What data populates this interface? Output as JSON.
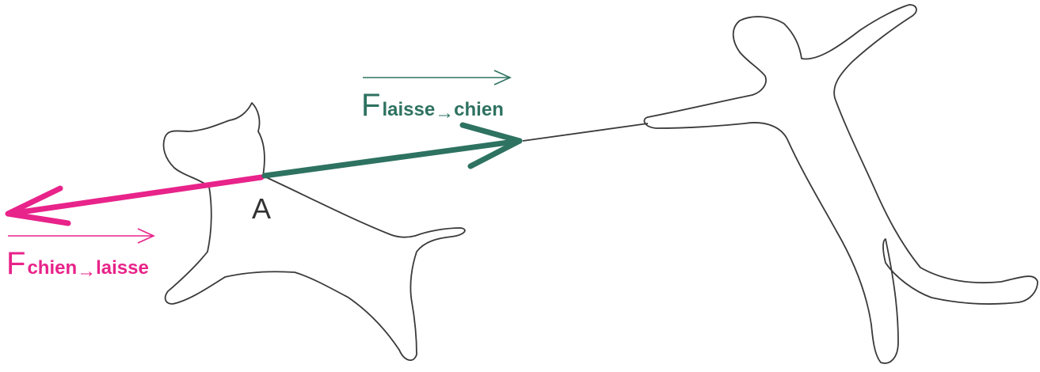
{
  "diagram": {
    "point_label": "A",
    "force_leash_on_dog": {
      "symbol": "F",
      "subscript_from": "laisse",
      "arrow_glyph": "→",
      "subscript_to": "chien",
      "color": "#2e7261"
    },
    "force_dog_on_leash": {
      "symbol": "F",
      "subscript_from": "chien",
      "arrow_glyph": "→",
      "subscript_to": "laisse",
      "color": "#e8238a"
    },
    "outline_color": "#3a3a3a"
  }
}
